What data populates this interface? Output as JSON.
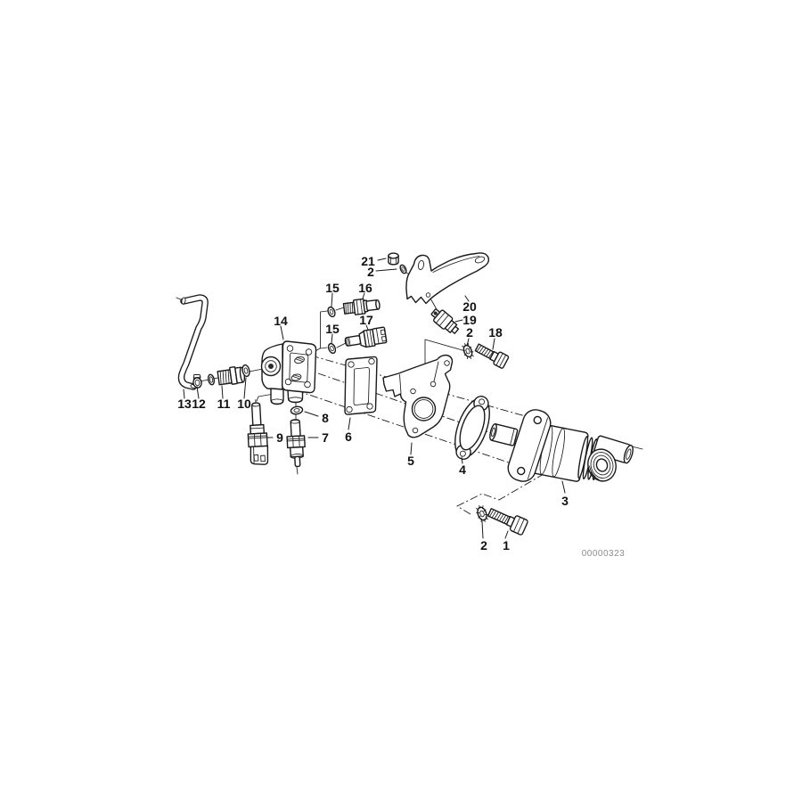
{
  "page": {
    "background_color": "#ffffff",
    "line_color": "#1a1a1a",
    "watermark_color": "#8c8c8c"
  },
  "diagram": {
    "kind": "exploded-parts-diagram",
    "drawing_number": "00000323",
    "callouts": [
      {
        "id": "callout-21",
        "text": "21"
      },
      {
        "id": "callout-2-top",
        "text": "2"
      },
      {
        "id": "callout-15-upper",
        "text": "15"
      },
      {
        "id": "callout-16",
        "text": "16"
      },
      {
        "id": "callout-14",
        "text": "14"
      },
      {
        "id": "callout-15-lower",
        "text": "15"
      },
      {
        "id": "callout-17",
        "text": "17"
      },
      {
        "id": "callout-20",
        "text": "20"
      },
      {
        "id": "callout-19",
        "text": "19"
      },
      {
        "id": "callout-2-mid",
        "text": "2"
      },
      {
        "id": "callout-18",
        "text": "18"
      },
      {
        "id": "callout-13",
        "text": "13"
      },
      {
        "id": "callout-12",
        "text": "12"
      },
      {
        "id": "callout-11",
        "text": "11"
      },
      {
        "id": "callout-10",
        "text": "10"
      },
      {
        "id": "callout-8",
        "text": "8"
      },
      {
        "id": "callout-9",
        "text": "9"
      },
      {
        "id": "callout-7",
        "text": "7"
      },
      {
        "id": "callout-6",
        "text": "6"
      },
      {
        "id": "callout-5",
        "text": "5"
      },
      {
        "id": "callout-4",
        "text": "4"
      },
      {
        "id": "callout-3",
        "text": "3"
      },
      {
        "id": "callout-2-bottom",
        "text": "2"
      },
      {
        "id": "callout-1",
        "text": "1"
      }
    ]
  }
}
